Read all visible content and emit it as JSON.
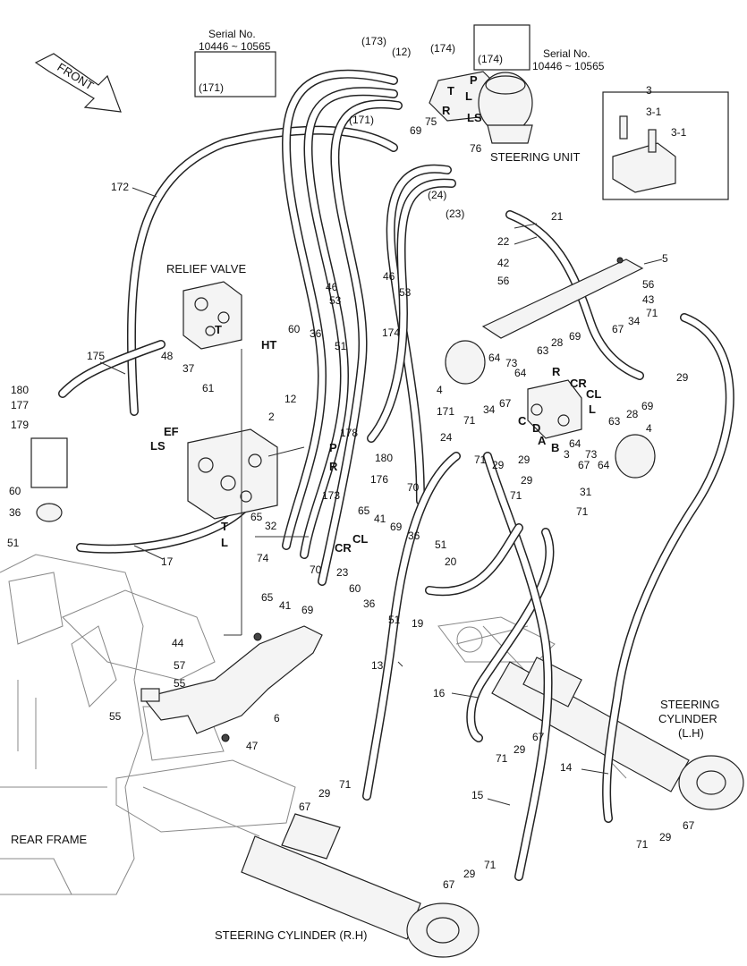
{
  "title_labels": {
    "front": "FRONT",
    "steering_unit": "STEERING UNIT",
    "relief_valve": "RELIEF VALVE",
    "rear_frame": "REAR FRAME",
    "steering_cylinder_rh": "STEERING CYLINDER (R.H)",
    "steering_cylinder_lh_line1": "STEERING",
    "steering_cylinder_lh_line2": "CYLINDER",
    "steering_cylinder_lh_line3": "(L.H)"
  },
  "serial_notes": {
    "left_line1": "Serial No.",
    "left_line2": "10446 ~ 10565",
    "left_ref": "(171)",
    "right_line1": "Serial No.",
    "right_line2": "10446 ~ 10565",
    "right_ref": "(174)"
  },
  "port_letters": {
    "P_top": "P",
    "T_top": "T",
    "L_top": "L",
    "R_top": "R",
    "LS_top": "LS",
    "T_relief": "T",
    "HT": "HT",
    "EF": "EF",
    "LS_valve": "LS",
    "P_mid": "P",
    "R_mid": "R",
    "T_low": "T",
    "L_low": "L",
    "CR_low": "CR",
    "CL_low": "CL",
    "R_block": "R",
    "CR_block": "CR",
    "CL_block": "CL",
    "L_block": "L",
    "C_block": "C",
    "D_block": "D",
    "A_block": "A",
    "B_block": "B"
  },
  "callouts": {
    "c173": "(173)",
    "c12top": "(12)",
    "c174": "(174)",
    "c171mid": "(171)",
    "c69a": "69",
    "c75": "75",
    "c76": "76",
    "c24": "(24)",
    "c23": "(23)",
    "c3": "3",
    "c3_1a": "3-1",
    "c3_1b": "3-1",
    "c172": "172",
    "c21": "21",
    "c22": "22",
    "c42": "42",
    "c5": "5",
    "c56a": "56",
    "c56b": "56",
    "c43": "43",
    "c46a": "46",
    "c46b": "46",
    "c53a": "53",
    "c53b": "53",
    "c60a": "60",
    "c36a": "36",
    "c51a": "51",
    "c174b": "174",
    "c48": "48",
    "c37": "37",
    "c61": "61",
    "c175": "175",
    "c180a": "180",
    "c177": "177",
    "c179": "179",
    "c60b": "60",
    "c36b": "36",
    "c51b": "51",
    "c17": "17",
    "c2": "2",
    "c12b": "12",
    "c178": "178",
    "c180b": "180",
    "c176": "176",
    "c70a": "70",
    "c65a": "65",
    "c41a": "41",
    "c69b": "69",
    "c173b": "173",
    "c171b": "171",
    "c24b": "24",
    "c4a": "4",
    "c64a": "64",
    "c73a": "73",
    "c64b": "64",
    "c63a": "63",
    "c28a": "28",
    "c69c": "69",
    "c67a": "67",
    "c34a": "34",
    "c71a": "71",
    "c29a": "29",
    "c63b": "63",
    "c28b": "28",
    "c69d": "69",
    "c4b": "4",
    "c71b": "71",
    "c34b": "34",
    "c67b": "67",
    "c71c": "71",
    "c29b": "29",
    "c3b": "3",
    "c67c": "67",
    "c64c": "64",
    "c73b": "73",
    "c64d": "64",
    "c29c": "29",
    "c31": "31",
    "c71d": "71",
    "c71e": "71",
    "c65b": "65",
    "c32": "32",
    "c74": "74",
    "c70b": "70",
    "c41b": "41",
    "c69e": "69",
    "c65c": "65",
    "c23b": "23",
    "c36c": "36",
    "c51c": "51",
    "c20": "20",
    "c60c": "60",
    "c36d": "36",
    "c51d": "51",
    "c19": "19",
    "c44": "44",
    "c57": "57",
    "c55a": "55",
    "c55b": "55",
    "c6": "6",
    "c47": "47",
    "c13": "13",
    "c16": "16",
    "c71f": "71",
    "c29d": "29",
    "c67d": "67",
    "c14": "14",
    "c15": "15",
    "c29e": "29",
    "c71g": "71",
    "c67e": "67",
    "c71h": "71",
    "c29f": "29",
    "c67f": "67",
    "c29g": "29",
    "c71i": "71",
    "c67g": "67"
  },
  "colors": {
    "line": "#222222",
    "background": "#ffffff",
    "frame": "#888888"
  }
}
